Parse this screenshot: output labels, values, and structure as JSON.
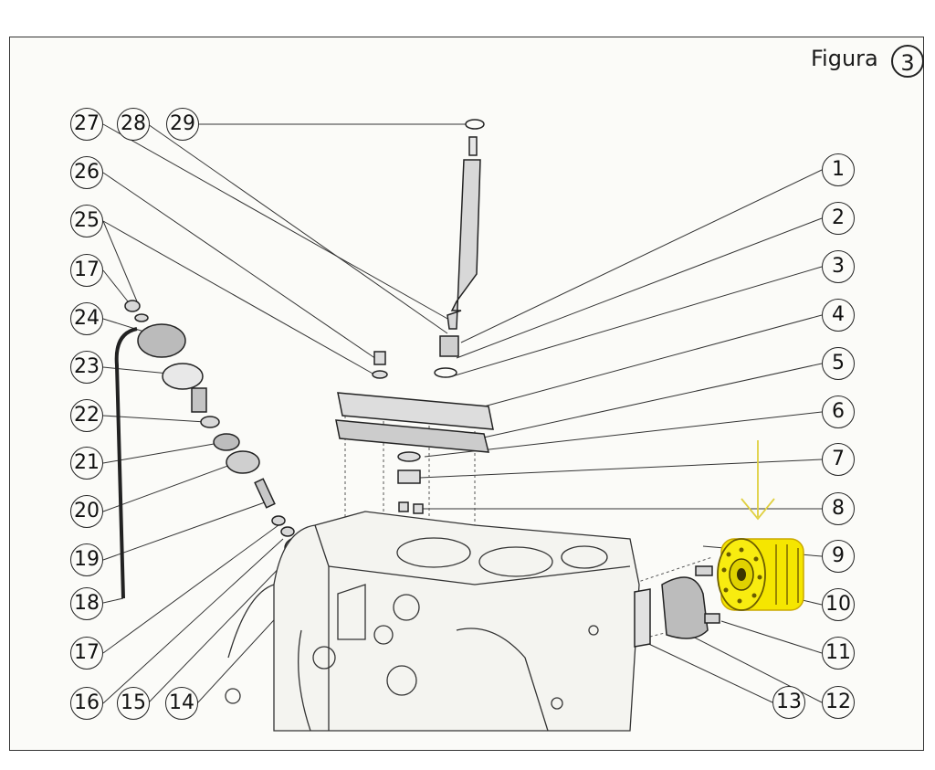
{
  "title": {
    "label": "Figura",
    "number": "3"
  },
  "callouts": [
    "1",
    "2",
    "3",
    "4",
    "5",
    "6",
    "7",
    "8",
    "9",
    "10",
    "11",
    "12",
    "13",
    "14",
    "15",
    "16",
    "17",
    "18",
    "19",
    "20",
    "21",
    "22",
    "23",
    "24",
    "25",
    "26",
    "27",
    "28",
    "29",
    "17"
  ],
  "highlight_color": "#f5e600",
  "arrow_color": "#e0d040"
}
